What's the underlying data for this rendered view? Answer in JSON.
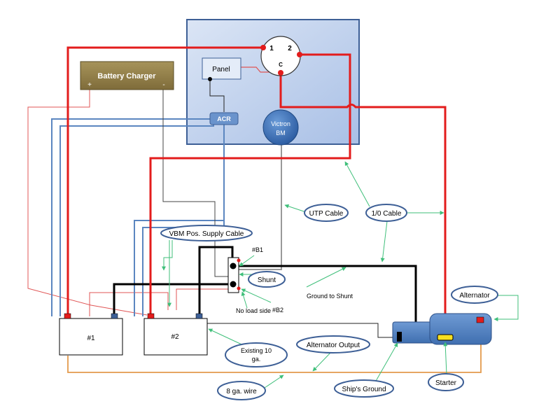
{
  "components": {
    "battery_charger": {
      "label": "Battery Charger",
      "plus": "+",
      "minus": "-"
    },
    "panel": "Panel",
    "acr": "ACR",
    "victron": {
      "line1": "Victron",
      "line2": "BM"
    },
    "switch": {
      "pos1": "1",
      "pos2": "2",
      "common": "C"
    },
    "battery1": "#1",
    "battery2": "#2",
    "shunt_b1": "#B1",
    "shunt_b2": "#B2"
  },
  "callouts": {
    "utp_cable": "UTP Cable",
    "l0_cable": "1/0 Cable",
    "vbm_pos_supply": "VBM Pos. Supply Cable",
    "shunt": "Shunt",
    "ground_to_shunt": "Ground to Shunt",
    "no_load_side": "No load side",
    "alternator": "Alternator",
    "existing_10ga_line1": "Existing 10",
    "existing_10ga_line2": "ga.",
    "alternator_output": "Alternator Output",
    "eight_ga_wire": "8 ga. wire",
    "ships_ground": "Ship's Ground",
    "starter": "Starter"
  },
  "colors": {
    "positive_cable": "#e31c1c",
    "thin_red_wire": "#e05555",
    "blue_wire": "#5b86c0",
    "ground_wire": "#000000",
    "alternator_wire": "#e39a4c",
    "utp_wire": "#999999",
    "callout_arrow": "#3fbf7a",
    "panel_fill": "#c6d6ef"
  }
}
